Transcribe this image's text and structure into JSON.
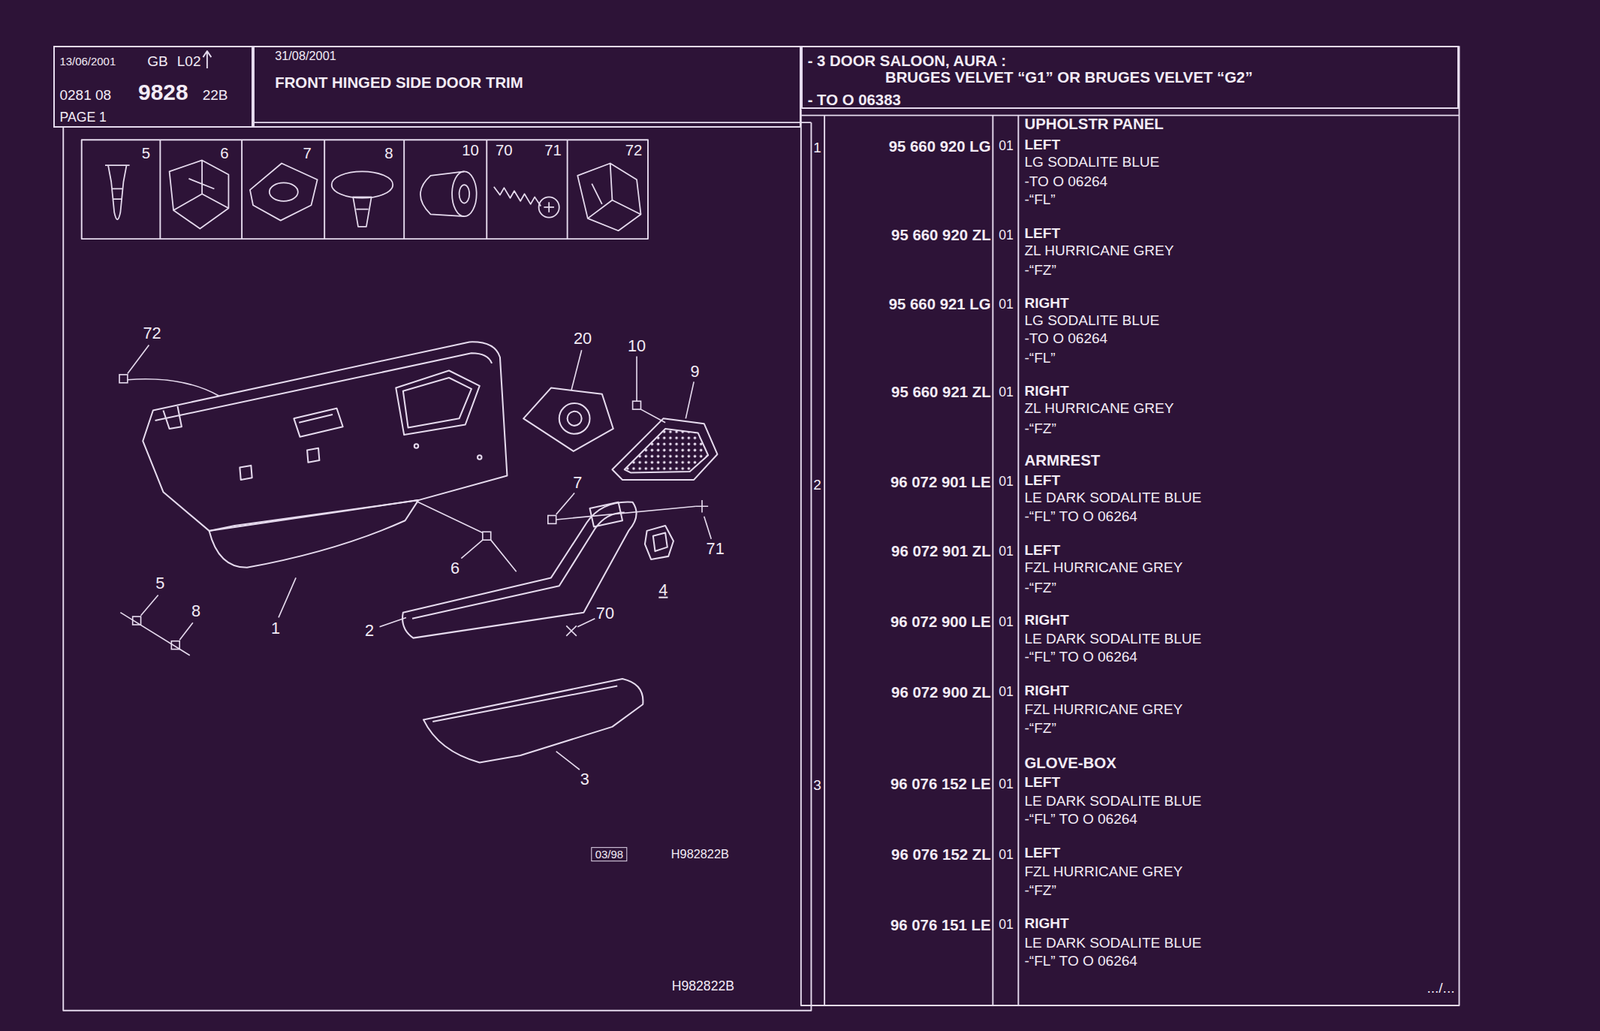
{
  "diagram": {
    "title": "FRONT HINGED SIDE DOOR TRIM",
    "nodes": [
      {
        "text": [
          "13/06/2001",
          "GB",
          "L02",
          "0281 08",
          "9828",
          "22B",
          "PAGE 1"
        ]
      },
      {
        "text": [
          "31/08/2001"
        ]
      },
      {
        "text": [
          "- 3 DOOR SALOON, AURA :",
          "BRUGES VELVET “G1” OR BRUGES VELVET “G2”",
          "- TO O 06383"
        ]
      }
    ],
    "labels": [
      "5",
      "6",
      "7",
      "8",
      "10",
      "70",
      "71",
      "72",
      "72",
      "20",
      "10",
      "9",
      "7",
      "71",
      "4",
      "6",
      "1",
      "2",
      "5",
      "8",
      "70",
      "3",
      "03/98",
      "H982822B",
      "H982822B",
      "1",
      "UPHOLSTR PANEL",
      "95 660 920 LG",
      "01",
      "LEFT",
      "LG SODALITE BLUE",
      "-TO O 06264",
      "-“FL”",
      "95 660 920 ZL",
      "01",
      "LEFT",
      "ZL HURRICANE GREY",
      "-“FZ”",
      "95 660 921 LG",
      "01",
      "RIGHT",
      "LG SODALITE BLUE",
      "-TO O 06264",
      "-“FL”",
      "95 660 921 ZL",
      "01",
      "RIGHT",
      "ZL HURRICANE GREY",
      "-“FZ”",
      "ARMREST",
      "2",
      "96 072 901 LE",
      "01",
      "LEFT",
      "LE DARK SODALITE BLUE",
      "-“FL” TO O 06264",
      "96 072 901 ZL",
      "01",
      "LEFT",
      "FZL HURRICANE GREY",
      "-“FZ”",
      "96 072 900 LE",
      "01",
      "RIGHT",
      "LE DARK SODALITE BLUE",
      "-“FL” TO O 06264",
      "96 072 900 ZL",
      "01",
      "RIGHT",
      "FZL HURRICANE GREY",
      "-“FZ”",
      "GLOVE-BOX",
      "3",
      "96 076 152 LE",
      "01",
      "LEFT",
      "LE DARK SODALITE BLUE",
      "-“FL” TO O 06264",
      "96 076 152 ZL",
      "01",
      "LEFT",
      "FZL HURRICANE GREY",
      "-“FZ”",
      "96 076 151 LE",
      "01",
      "RIGHT",
      "LE DARK SODALITE BLUE",
      "-“FL” TO O 06264",
      ".../..."
    ]
  }
}
